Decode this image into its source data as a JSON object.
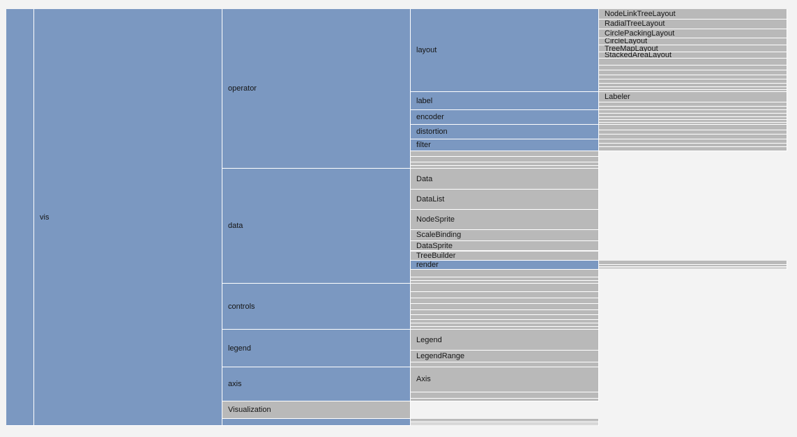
{
  "colors": {
    "branch": "#7b98c1",
    "leaf": "#b9b9b9",
    "background": "#f3f3f3"
  },
  "tree": {
    "name": "",
    "children": [
      {
        "name": "vis",
        "children": [
          {
            "name": "operator",
            "children": [
              {
                "name": "layout",
                "children": [
                  {
                    "name": "NodeLinkTreeLayout",
                    "value": 14
                  },
                  {
                    "name": "RadialTreeLayout",
                    "value": 13
                  },
                  {
                    "name": "CirclePackingLayout",
                    "value": 12
                  },
                  {
                    "name": "CircleLayout",
                    "value": 10
                  },
                  {
                    "name": "TreeMapLayout",
                    "value": 9
                  },
                  {
                    "name": "StackedAreaLayout",
                    "value": 9
                  },
                  {
                    "name": "",
                    "value": 9
                  },
                  {
                    "name": "",
                    "value": 7
                  },
                  {
                    "name": "",
                    "value": 6
                  },
                  {
                    "name": "",
                    "value": 6
                  },
                  {
                    "name": "",
                    "value": 5
                  },
                  {
                    "name": "",
                    "value": 5
                  },
                  {
                    "name": "",
                    "value": 4
                  },
                  {
                    "name": "",
                    "value": 3
                  }
                ]
              },
              {
                "name": "label",
                "children": [
                  {
                    "name": "Labeler",
                    "value": 14
                  },
                  {
                    "name": "",
                    "value": 5
                  },
                  {
                    "name": "",
                    "value": 5
                  }
                ]
              },
              {
                "name": "encoder",
                "children": [
                  {
                    "name": "",
                    "value": 5
                  },
                  {
                    "name": "",
                    "value": 4
                  },
                  {
                    "name": "",
                    "value": 4
                  },
                  {
                    "name": "",
                    "value": 4
                  },
                  {
                    "name": "",
                    "value": 3
                  }
                ]
              },
              {
                "name": "distortion",
                "children": [
                  {
                    "name": "",
                    "value": 7
                  },
                  {
                    "name": "",
                    "value": 6
                  },
                  {
                    "name": "",
                    "value": 6
                  }
                ]
              },
              {
                "name": "filter",
                "children": [
                  {
                    "name": "",
                    "value": 6
                  },
                  {
                    "name": "",
                    "value": 5
                  },
                  {
                    "name": "",
                    "value": 5
                  }
                ]
              },
              {
                "name": "",
                "value": 8
              },
              {
                "name": "",
                "value": 7
              },
              {
                "name": "",
                "value": 5
              },
              {
                "name": "",
                "value": 4
              }
            ]
          },
          {
            "name": "data",
            "children": [
              {
                "name": "Data",
                "value": 28
              },
              {
                "name": "DataList",
                "value": 27
              },
              {
                "name": "NodeSprite",
                "value": 27
              },
              {
                "name": "ScaleBinding",
                "value": 15
              },
              {
                "name": "DataSprite",
                "value": 14
              },
              {
                "name": "TreeBuilder",
                "value": 13
              },
              {
                "name": "render",
                "children": [
                  {
                    "name": "",
                    "value": 5
                  },
                  {
                    "name": "",
                    "value": 3
                  },
                  {
                    "name": "",
                    "value": 2
                  },
                  {
                    "name": "",
                    "value": 2
                  }
                ]
              },
              {
                "name": "",
                "value": 10
              },
              {
                "name": "",
                "value": 5
              },
              {
                "name": "",
                "value": 4
              }
            ]
          },
          {
            "name": "controls",
            "children": [
              {
                "name": "",
                "value": 11
              },
              {
                "name": "",
                "value": 8
              },
              {
                "name": "",
                "value": 8
              },
              {
                "name": "",
                "value": 8
              },
              {
                "name": "",
                "value": 7
              },
              {
                "name": "",
                "value": 6
              },
              {
                "name": "",
                "value": 5
              },
              {
                "name": "",
                "value": 5
              },
              {
                "name": "",
                "value": 4
              }
            ]
          },
          {
            "name": "legend",
            "children": [
              {
                "name": "Legend",
                "value": 28
              },
              {
                "name": "LegendRange",
                "value": 16
              },
              {
                "name": "",
                "value": 6
              }
            ]
          },
          {
            "name": "axis",
            "children": [
              {
                "name": "Axis",
                "value": 34
              },
              {
                "name": "",
                "value": 8
              },
              {
                "name": "",
                "value": 4
              }
            ]
          },
          {
            "name": "Visualization",
            "value": 24
          },
          {
            "name": "",
            "children": [
              {
                "name": "",
                "value": 3
              },
              {
                "name": "",
                "value": 2
              },
              {
                "name": "",
                "value": 2
              },
              {
                "name": "",
                "value": 2
              }
            ]
          }
        ]
      }
    ]
  }
}
